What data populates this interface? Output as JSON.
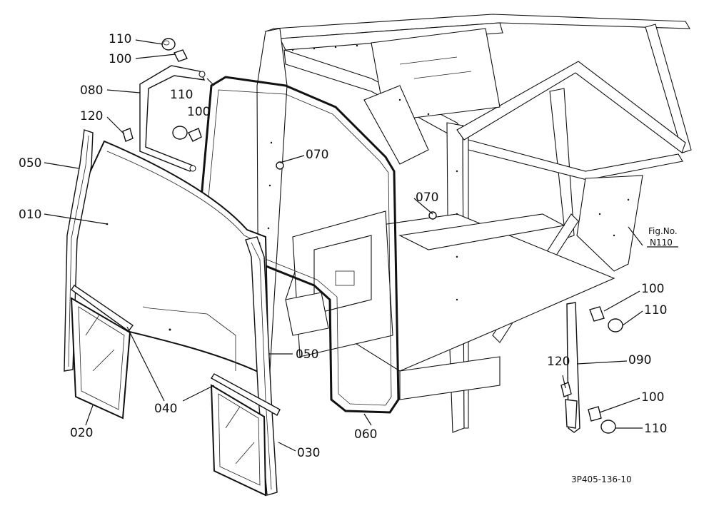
{
  "figure": {
    "fig_label": "Fig.No.",
    "fig_number": "N110",
    "drawing_code": "3P405-136-10"
  },
  "callouts": [
    {
      "id": "c110a",
      "text": "110"
    },
    {
      "id": "c100a",
      "text": "100"
    },
    {
      "id": "c080",
      "text": "080"
    },
    {
      "id": "c110b",
      "text": "110"
    },
    {
      "id": "c100b",
      "text": "100"
    },
    {
      "id": "c120a",
      "text": "120"
    },
    {
      "id": "c050a",
      "text": "050"
    },
    {
      "id": "c070a",
      "text": "070"
    },
    {
      "id": "c010",
      "text": "010"
    },
    {
      "id": "c070b",
      "text": "070"
    },
    {
      "id": "c100c",
      "text": "100"
    },
    {
      "id": "c110c",
      "text": "110"
    },
    {
      "id": "c050b",
      "text": "050"
    },
    {
      "id": "c090",
      "text": "090"
    },
    {
      "id": "c040",
      "text": "040"
    },
    {
      "id": "c120b",
      "text": "120"
    },
    {
      "id": "c100d",
      "text": "100"
    },
    {
      "id": "c020",
      "text": "020"
    },
    {
      "id": "c060",
      "text": "060"
    },
    {
      "id": "c030",
      "text": "030"
    },
    {
      "id": "c110d",
      "text": "110"
    }
  ]
}
